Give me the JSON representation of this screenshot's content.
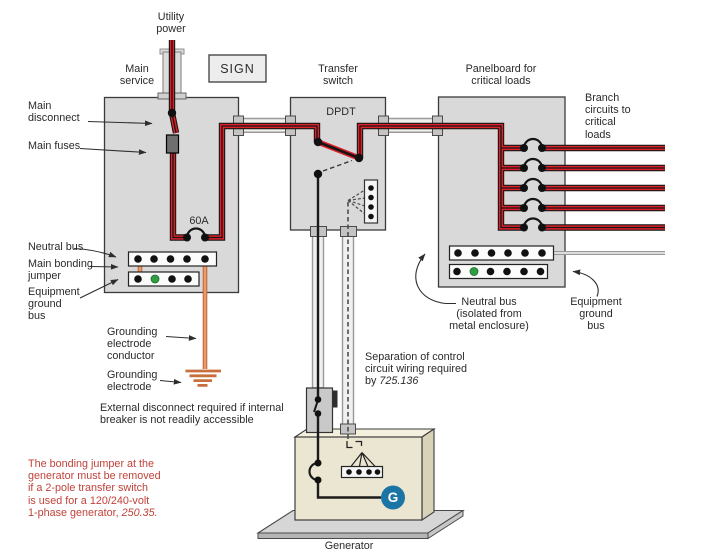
{
  "labels": {
    "utility_power": "Utility\npower",
    "sign": "SIGN",
    "main_service": "Main\nservice",
    "transfer_switch": "Transfer\nswitch",
    "panelboard": "Panelboard for\ncritical loads",
    "dpdt": "DPDT",
    "main_disconnect": "Main\ndisconnect",
    "main_fuses": "Main fuses",
    "breaker_rating": "60A",
    "neutral_bus_main": "Neutral bus",
    "main_bonding_jumper": "Main bonding\njumper",
    "equipment_ground_bus_main": "Equipment\nground\nbus",
    "grounding_electrode_conductor": "Grounding\nelectrode\nconductor",
    "grounding_electrode": "Grounding\nelectrode",
    "external_disconnect_note": "External disconnect required if internal\nbreaker is not readily accessible",
    "bonding_note_text": "The bonding jumper at the\ngenerator must be removed\nif a 2-pole transfer switch\nis used for a 120/240-volt\n1-phase generator, ",
    "bonding_note_ref": "250.35.",
    "branch_circuits": "Branch\ncircuits to\ncritical\nloads",
    "neutral_bus_panel": "Neutral bus\n(isolated from\nmetal enclosure)",
    "equipment_ground_bus_panel": "Equipment\nground\nbus",
    "separation_note_text": "Separation of control\ncircuit wiring required\nby ",
    "separation_note_ref": "725.136",
    "generator": "Generator",
    "generator_letter": "G"
  },
  "colors": {
    "wire_red": "#dd2128",
    "copper_ground": "#eb9c66",
    "copper_ground_dark": "#b96538",
    "green_terminal": "#2f9e41",
    "generator_blue": "#1b74a6",
    "note_red": "#bf423a",
    "panel_gray": "#d9d9d9",
    "generator_beige": "#ebe6d1"
  }
}
